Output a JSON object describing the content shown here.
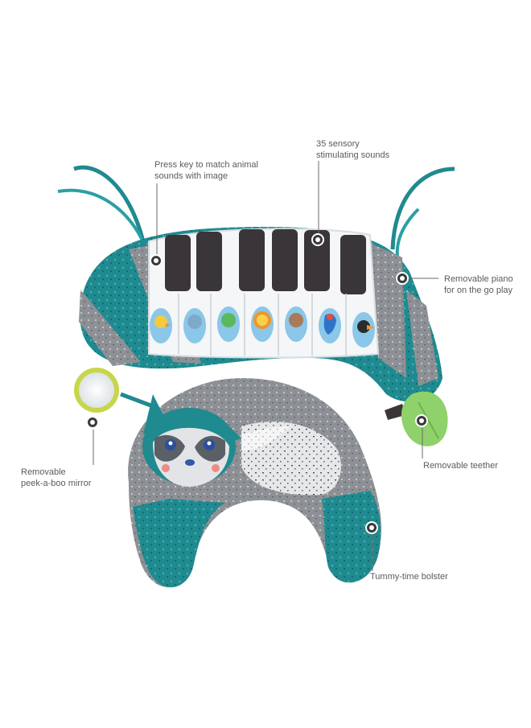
{
  "callouts": {
    "press_key": "Press key to match animal\nsounds with image",
    "sensory": "35 sensory\nstimulating sounds",
    "piano": "Removable piano\nfor on the go play",
    "mirror": "Removable\npeek-a-boo mirror",
    "teether": "Removable teether",
    "bolster": "Tummy-time bolster"
  },
  "colors": {
    "teal": "#1f8a8f",
    "teal_dark": "#16706f",
    "grey": "#8e9196",
    "key_black": "#3a3538",
    "key_white": "#f4f6f8",
    "callout_line": "#6a6a6a",
    "teether_green": "#8fd16a",
    "mirror_ring": "#c7d64a"
  },
  "icons": {
    "animal_keys": [
      "duck-icon",
      "elephant-icon",
      "frog-icon",
      "lion-icon",
      "monkey-icon",
      "parrot-icon",
      "toucan-icon"
    ]
  }
}
